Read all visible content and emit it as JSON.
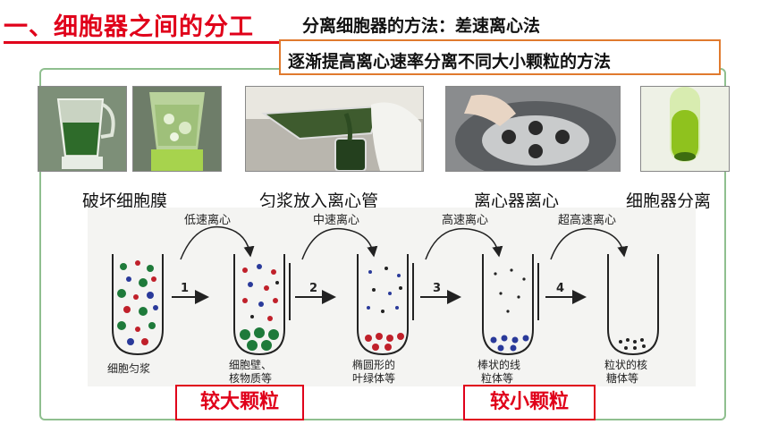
{
  "title": "一、细胞器之间的分工",
  "subtitle": "分离细胞器的方法：差速离心法",
  "method_note": "逐渐提高离心速率分离不同大小颗粒的方法",
  "photos": [
    {
      "caption": "破坏细胞膜"
    },
    {
      "caption": "匀浆放入离心管"
    },
    {
      "caption": "离心器离心"
    },
    {
      "caption": "细胞器分离"
    }
  ],
  "diagram": {
    "speeds": [
      "低速离心",
      "中速离心",
      "高速离心",
      "超高速离心"
    ],
    "steps": [
      "1",
      "2",
      "3",
      "4"
    ],
    "tube_labels": [
      [
        "细胞匀浆"
      ],
      [
        "细胞壁、",
        "核物质等"
      ],
      [
        "椭圆形的",
        "叶绿体等"
      ],
      [
        "棒状的线",
        "粒体等"
      ],
      [
        "粒状的核",
        "糖体等"
      ]
    ]
  },
  "results": [
    "较大颗粒",
    "较小颗粒"
  ],
  "colors": {
    "title_red": "#e0001a",
    "box_orange": "#e07a2e",
    "frame_green": "#8fbf8f"
  }
}
